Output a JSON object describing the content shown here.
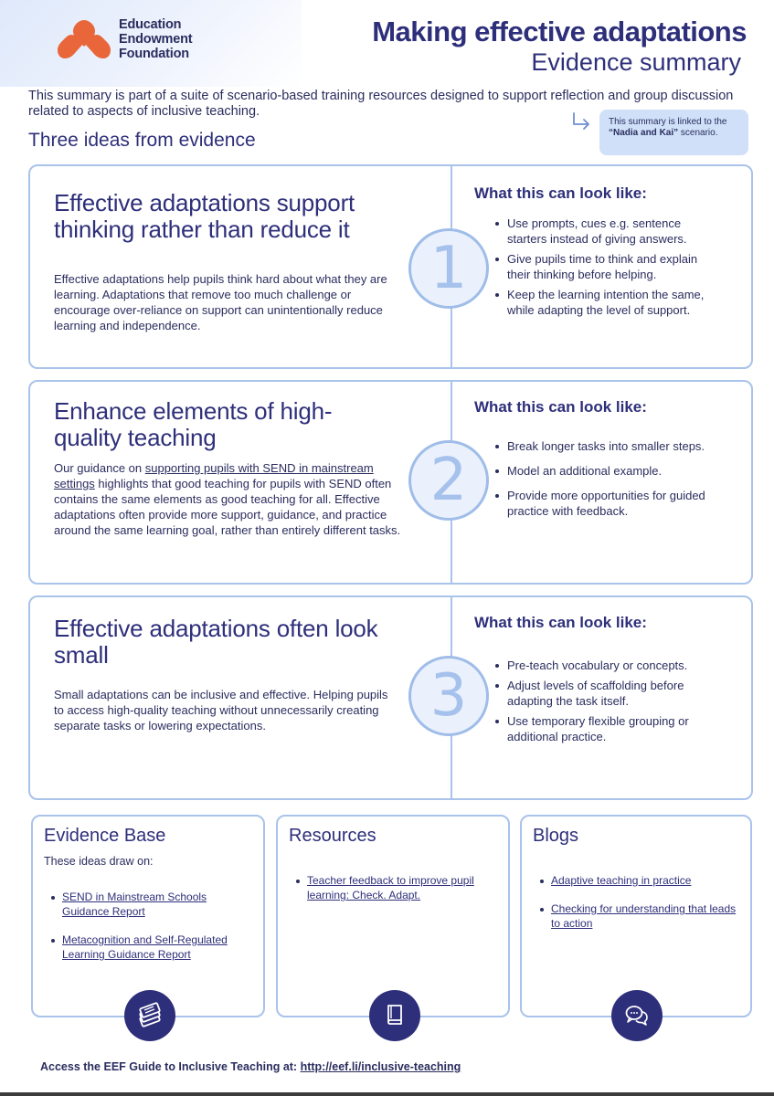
{
  "header": {
    "logo_lines": [
      "Education",
      "Endowment",
      "Foundation"
    ],
    "title": "Making effective adaptations",
    "subtitle": "Evidence summary"
  },
  "intro": "This summary is part of a suite of scenario-based training resources designed to support reflection and group discussion related to aspects of inclusive teaching.",
  "linked_note": {
    "prefix": "This summary is linked to the ",
    "scenario": "“Nadia and Kai”",
    "suffix": " scenario."
  },
  "section_title": "Three ideas from evidence",
  "right_heading": "What this can look like:",
  "ideas": [
    {
      "number": "1",
      "heading": "Effective adaptations support thinking rather than reduce it",
      "body": "Effective adaptations help pupils think hard about what they are learning. Adaptations that remove too much challenge or encourage over-reliance on support can unintentionally reduce learning and independence.",
      "bullets": [
        "Use prompts, cues e.g. sentence starters instead of giving answers.",
        "Give pupils time to think and explain their thinking before helping.",
        "Keep the learning intention the same, while adapting the level of support."
      ]
    },
    {
      "number": "2",
      "heading": "Enhance elements of high-quality teaching",
      "body_prefix": "Our guidance on ",
      "body_link": "supporting pupils with SEND in mainstream settings",
      "body_suffix": " highlights that good teaching for pupils with SEND often contains the same elements as good teaching for all. Effective adaptations often provide more support, guidance, and practice around the same learning goal, rather than entirely different tasks.",
      "bullets": [
        "Break longer tasks into smaller steps.",
        "Model an additional example.",
        "Provide more opportunities for guided practice with feedback."
      ]
    },
    {
      "number": "3",
      "heading": "Effective adaptations often look small",
      "body": "Small adaptations can be inclusive and effective. Helping pupils to access high-quality teaching without unnecessarily creating separate tasks or lowering expectations.",
      "bullets": [
        "Pre-teach vocabulary or concepts.",
        "Adjust levels of scaffolding before adapting the task itself.",
        "Use temporary flexible grouping or additional practice."
      ]
    }
  ],
  "resources": {
    "evidence": {
      "title": "Evidence Base",
      "subtitle": "These ideas draw on:",
      "links": [
        "SEND in Mainstream Schools Guidance Report",
        "Metacognition and Self-Regulated Learning Guidance Report"
      ]
    },
    "resources": {
      "title": "Resources",
      "links": [
        "Teacher feedback to improve pupil learning: Check. Adapt."
      ]
    },
    "blogs": {
      "title": "Blogs",
      "links": [
        "Adaptive teaching in practice",
        "Checking for understanding that leads to action"
      ]
    }
  },
  "footer": {
    "text": "Access the EEF Guide to Inclusive Teaching at: ",
    "link": "http://eef.li/inclusive-teaching"
  },
  "colors": {
    "navy": "#2e2f7a",
    "border": "#a9c3ea",
    "logo_orange": "#e8663a",
    "note_bg": "#cfe0f8"
  }
}
